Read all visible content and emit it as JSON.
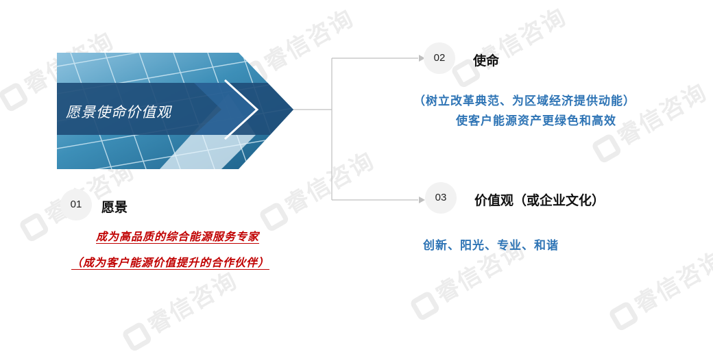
{
  "watermark": {
    "text": "睿信咨询",
    "icon": "watermark-logo-icon"
  },
  "banner": {
    "title": "愿景使命价值观"
  },
  "vision": {
    "number": "01",
    "heading": "愿景",
    "lines": [
      "成为高品质的综合能源服务专家",
      "（成为客户能源价值提升的合作伙伴）"
    ]
  },
  "mission": {
    "number": "02",
    "heading": "使命",
    "lines": [
      "（树立改革典范、为区域经济提供动能）",
      "使客户能源资产更绿色和高效"
    ]
  },
  "values": {
    "number": "03",
    "heading": "价值观（或企业文化）",
    "lines": [
      "创新、阳光、专业、和谐"
    ]
  },
  "colors": {
    "blue_text": "#2e74b5",
    "red_text": "#c00000",
    "banner_navy": "#1f4e79",
    "circle_bg": "#f2f2f2"
  }
}
